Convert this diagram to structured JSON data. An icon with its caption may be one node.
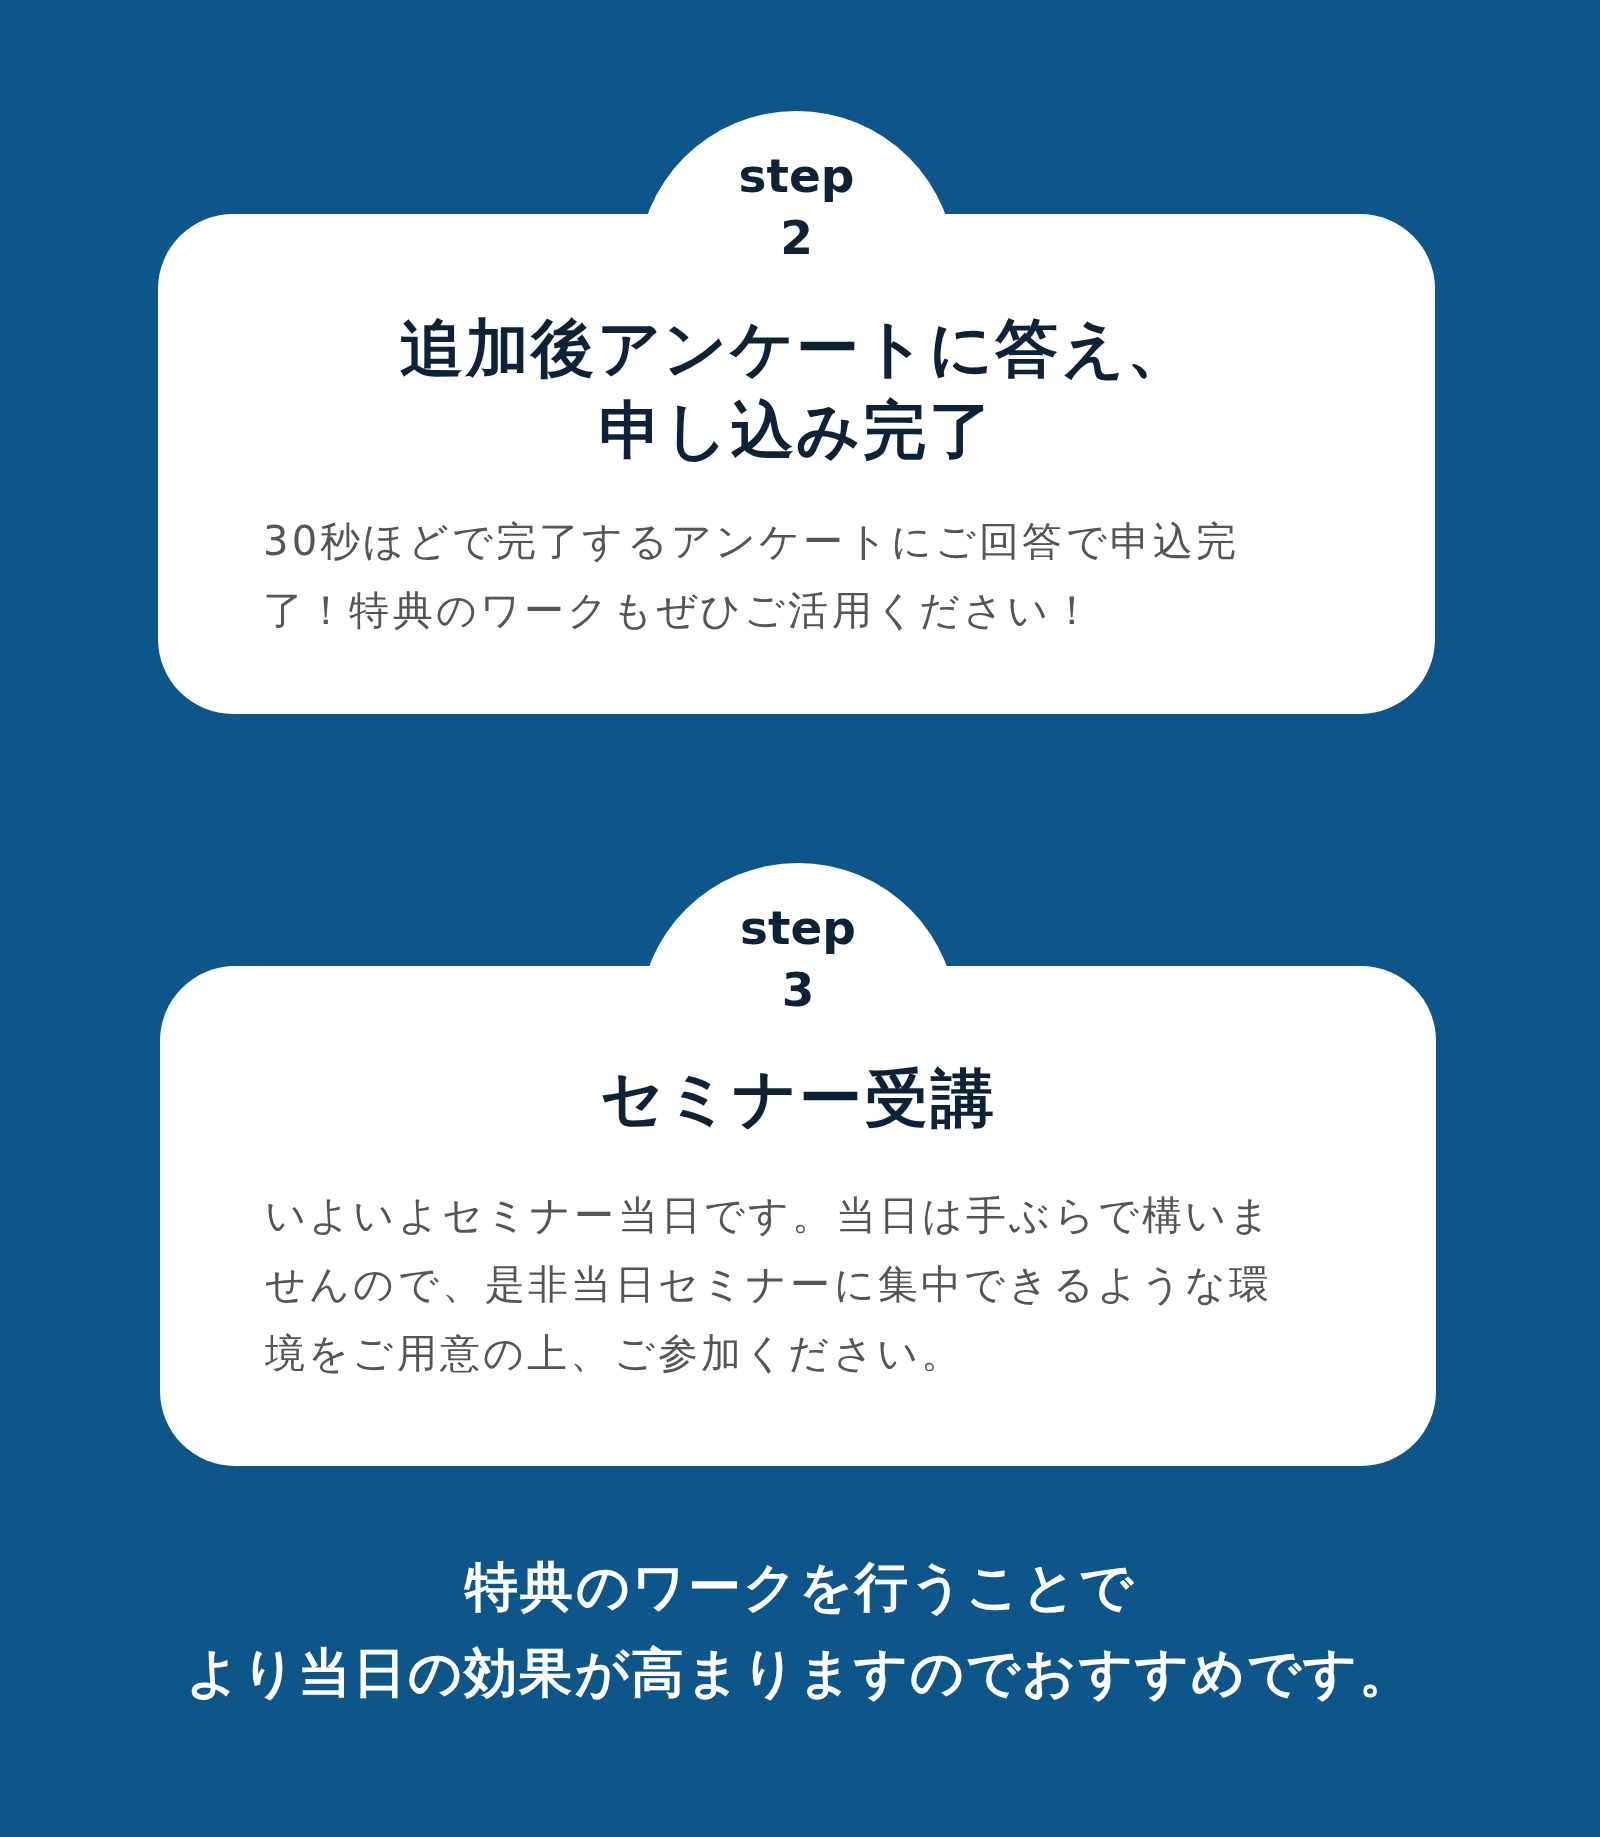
{
  "diagram": {
    "nodes": [
      {
        "text": [
          "step 2",
          "追加後アンケートに答え、申し込み完了",
          "30秒ほどで完了するアンケートにご回答で申込完了！特典のワークもぜひご活用ください！"
        ]
      },
      {
        "text": [
          "step 3",
          "セミナー受講",
          "いよいよセミナー当日です。当日は手ぶらで構いませんので、是非当日セミナーに集中できるような環境をご用意の上、ご参加ください。"
        ]
      }
    ],
    "labels": [
      "特典のワークを行うことでより当日の効果が高まりますのでおすすめです。"
    ]
  }
}
